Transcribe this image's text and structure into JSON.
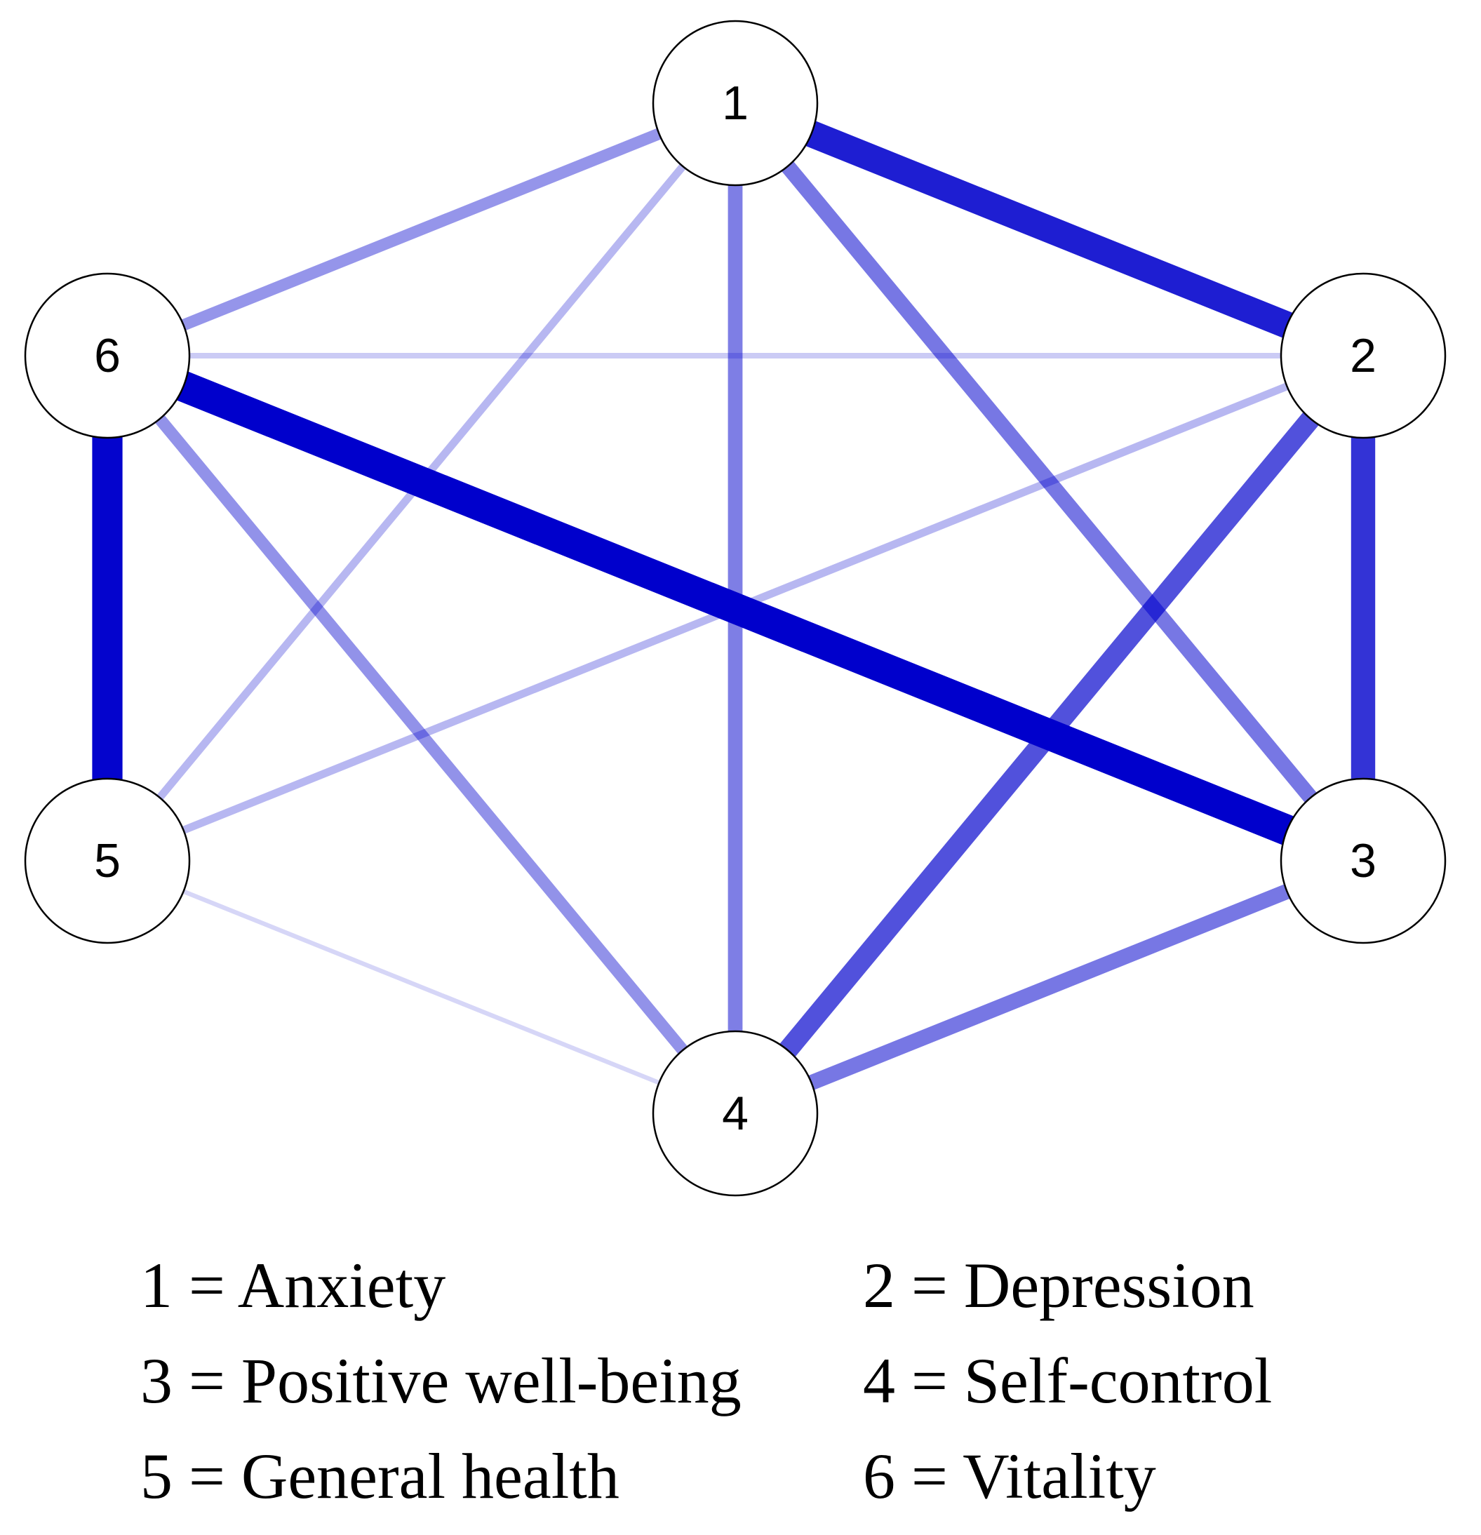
{
  "nodes": [
    {
      "id": "1",
      "label": "1"
    },
    {
      "id": "2",
      "label": "2"
    },
    {
      "id": "3",
      "label": "3"
    },
    {
      "id": "4",
      "label": "4"
    },
    {
      "id": "5",
      "label": "5"
    },
    {
      "id": "6",
      "label": "6"
    }
  ],
  "edges": [
    {
      "source": "1",
      "target": "2",
      "strength": 0.86
    },
    {
      "source": "1",
      "target": "6",
      "strength": 0.32
    },
    {
      "source": "1",
      "target": "5",
      "strength": 0.18
    },
    {
      "source": "1",
      "target": "4",
      "strength": 0.42
    },
    {
      "source": "1",
      "target": "3",
      "strength": 0.45
    },
    {
      "source": "6",
      "target": "2",
      "strength": 0.1
    },
    {
      "source": "6",
      "target": "3",
      "strength": 1.0
    },
    {
      "source": "6",
      "target": "5",
      "strength": 0.98
    },
    {
      "source": "6",
      "target": "4",
      "strength": 0.33
    },
    {
      "source": "2",
      "target": "3",
      "strength": 0.76
    },
    {
      "source": "2",
      "target": "4",
      "strength": 0.62
    },
    {
      "source": "2",
      "target": "5",
      "strength": 0.18
    },
    {
      "source": "3",
      "target": "4",
      "strength": 0.45
    },
    {
      "source": "5",
      "target": "4",
      "strength": 0.06
    }
  ],
  "edge_color": "#0000cc",
  "legend": [
    "1 = Anxiety",
    "2 = Depression",
    "3 = Positive well-being",
    "4 = Self-control",
    "5 = General health",
    "6 = Vitality"
  ]
}
